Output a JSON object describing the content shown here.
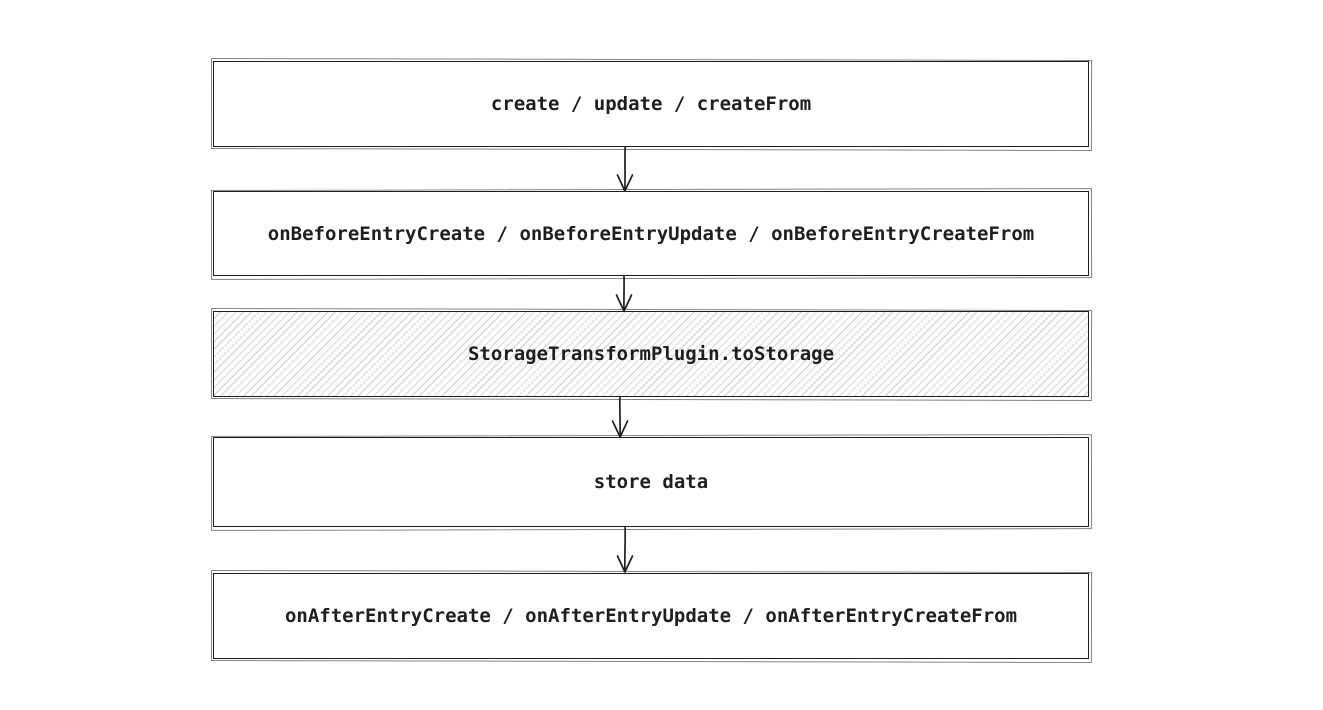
{
  "diagram": {
    "type": "flowchart",
    "direction": "top-down",
    "background_color": "#ffffff",
    "stroke_color": "#1e1e1e",
    "text_color": "#1e1e1e",
    "hatch_color": "#d8d8d8",
    "nodes": [
      {
        "id": "create-update-createfrom",
        "label": "create / update / createFrom",
        "fill": "white"
      },
      {
        "id": "onbefore-entry-hooks",
        "label": "onBeforeEntryCreate / onBeforeEntryUpdate / onBeforeEntryCreateFrom",
        "fill": "white"
      },
      {
        "id": "storage-transform-tostorage",
        "label": "StorageTransformPlugin.toStorage",
        "fill": "hachure"
      },
      {
        "id": "store-data",
        "label": "store data",
        "fill": "white"
      },
      {
        "id": "onafter-entry-hooks",
        "label": "onAfterEntryCreate / onAfterEntryUpdate / onAfterEntryCreateFrom",
        "fill": "white"
      }
    ],
    "edges": [
      {
        "from": "create-update-createfrom",
        "to": "onbefore-entry-hooks",
        "style": "arrow-down"
      },
      {
        "from": "onbefore-entry-hooks",
        "to": "storage-transform-tostorage",
        "style": "arrow-down"
      },
      {
        "from": "storage-transform-tostorage",
        "to": "store-data",
        "style": "arrow-down"
      },
      {
        "from": "store-data",
        "to": "onafter-entry-hooks",
        "style": "arrow-down"
      }
    ]
  }
}
